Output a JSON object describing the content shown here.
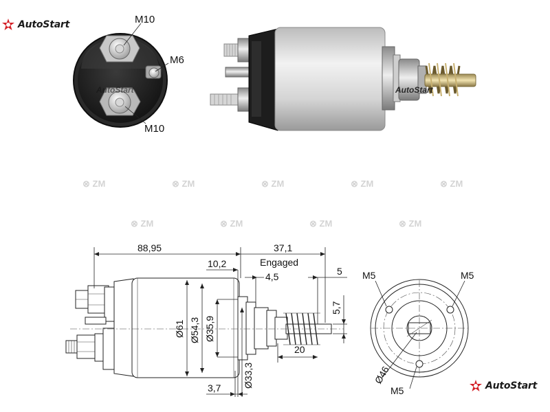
{
  "brand": {
    "name": "AutoStart",
    "color": "#d42027"
  },
  "photo": {
    "callouts": {
      "top": "M10",
      "side": "M6",
      "bottom": "M10"
    },
    "body_color": "#d9d9d9",
    "cap_color": "#1e1e1e"
  },
  "drawing": {
    "side_view": {
      "overall_length": "88,95",
      "plunger_travel": "37,1",
      "cap_offset": "10,2",
      "engaged_label": "Engaged",
      "collar_offset": "4,5",
      "tip_offset": "5",
      "tip_height": "5,7",
      "spring_length": "20",
      "front_gap": "3,7",
      "body_diameter": "Ø61",
      "cap_diameter": "Ø54,3",
      "inner_diameter": "Ø35,9",
      "collar_diameter": "Ø33,3"
    },
    "end_view": {
      "hole_top_left": "M5",
      "hole_top_right": "M5",
      "hole_bottom": "M5",
      "bolt_circle": "Ø46"
    }
  }
}
